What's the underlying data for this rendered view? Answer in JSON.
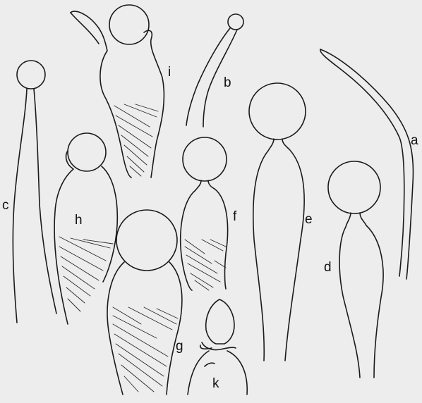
{
  "figure": {
    "labels": {
      "a": "a",
      "b": "b",
      "c": "c",
      "d": "d",
      "e": "e",
      "f": "f",
      "g": "g",
      "h": "h",
      "i": "i",
      "k": "k"
    }
  },
  "colors": {
    "background": "#ededed",
    "ink": "#1a1a1a"
  }
}
